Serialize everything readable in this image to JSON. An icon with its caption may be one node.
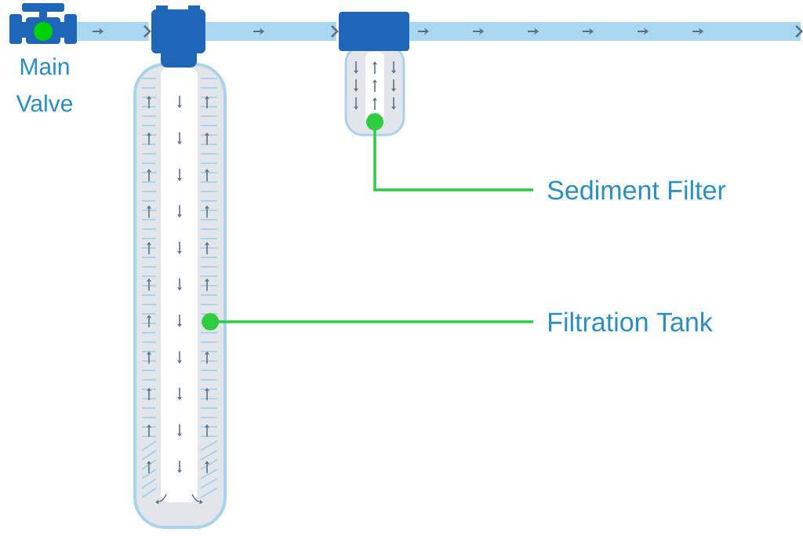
{
  "diagram": {
    "nodes": [
      {
        "text": [],
        "shape": "picture",
        "beside": [
          "Main Valve"
        ]
      },
      {
        "text": [],
        "shape": "picture"
      },
      {
        "text": [],
        "shape": "picture"
      },
      {
        "text": [
          "Sediment Filter"
        ]
      },
      {
        "text": [
          "Filtration Tank"
        ]
      }
    ],
    "edges": [
      {
        "from": 0,
        "to": 1,
        "arrow": "to"
      },
      {
        "from": 1,
        "to": 2,
        "arrow": "to"
      },
      {
        "from": 2,
        "to": null,
        "arrow": "to"
      },
      {
        "from": 3,
        "to": 2,
        "arrow": "other",
        "color": "#2ecc40"
      },
      {
        "from": 4,
        "to": 1,
        "arrow": "other",
        "color": "#2ecc40"
      }
    ]
  }
}
